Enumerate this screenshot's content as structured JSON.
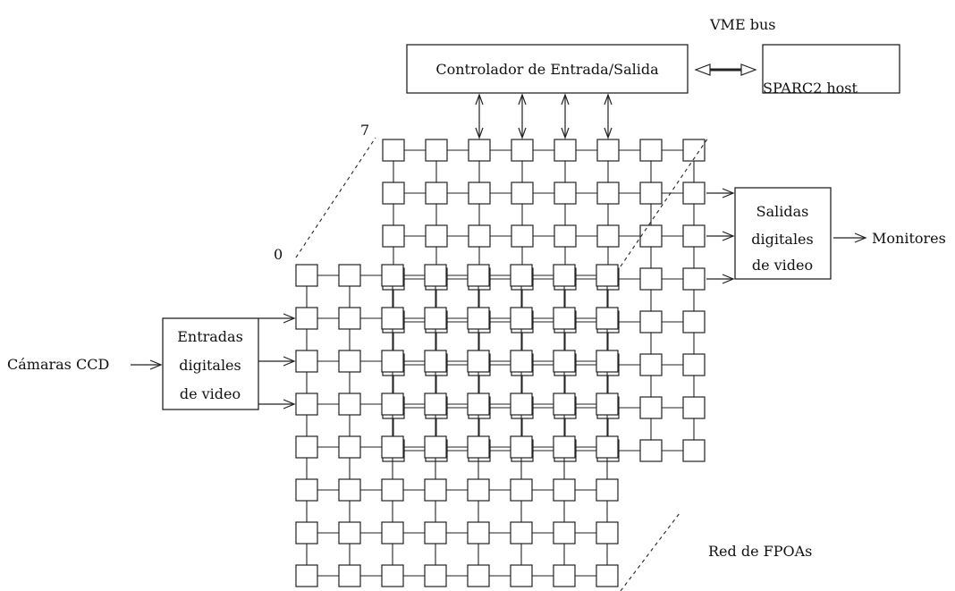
{
  "vme_bus_label": "VME bus",
  "controller_label": "Controlador de Entrada/Salida",
  "host_label": "SPARC2 host",
  "front_plane_index": "0",
  "back_plane_index": "7",
  "input_box": {
    "lines": [
      "Entradas",
      "digitales",
      "de video"
    ]
  },
  "input_source_label": "Cámaras CCD",
  "output_box": {
    "lines": [
      "Salidas",
      "digitales",
      "de video"
    ]
  },
  "output_sink_label": "Monitores",
  "network_label": "Red de FPOAs",
  "colors": {
    "line": "#222222",
    "background": "#ffffff"
  }
}
